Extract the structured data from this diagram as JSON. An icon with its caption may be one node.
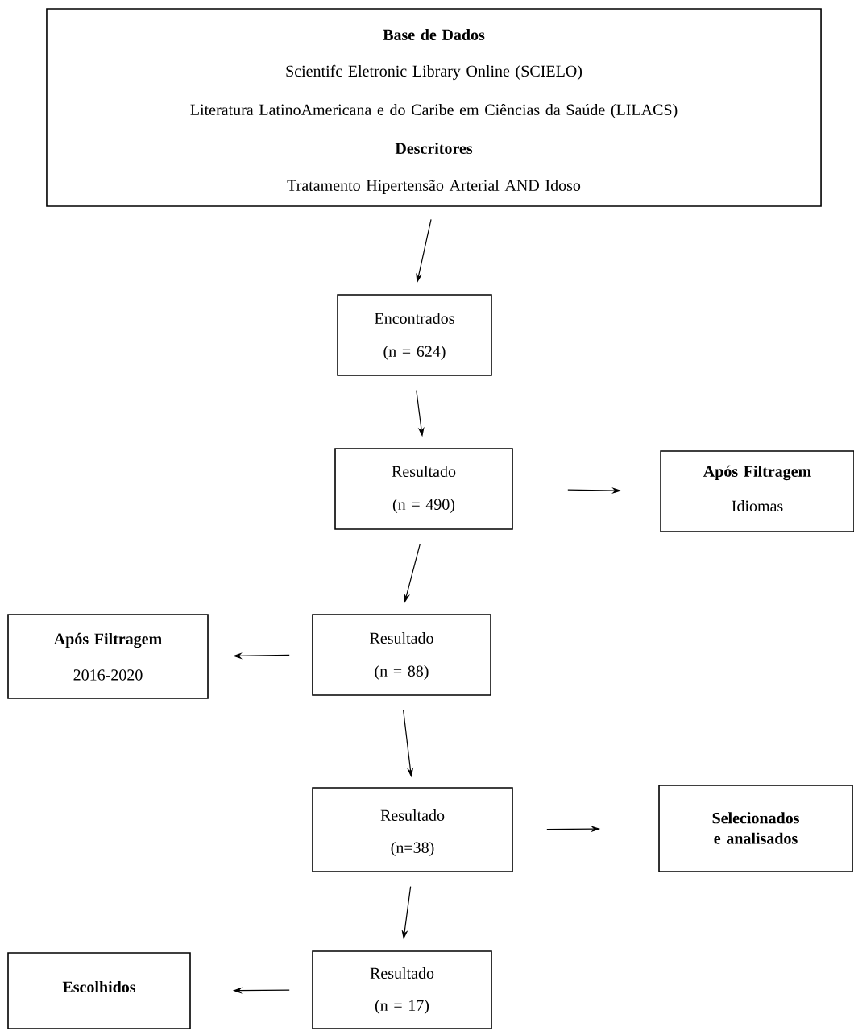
{
  "diagram": {
    "nodes": [
      {
        "text": [
          "Base de Dados",
          "Scientifc Eletronic Library Online (SCIELO)",
          "Literatura LatinoAmericana e do Caribe em Ciências da Saúde (LILACS)",
          "Descritores",
          "Tratamento Hipertensão Arterial AND Idoso"
        ]
      },
      {
        "text": [
          "Encontrados",
          "(n = 624)"
        ]
      },
      {
        "text": [
          "Resultado",
          "(n = 490)"
        ]
      },
      {
        "text": [
          "Após Filtragem",
          "Idiomas"
        ]
      },
      {
        "text": [
          "Resultado",
          "(n = 88)"
        ]
      },
      {
        "text": [
          "Após Filtragem",
          "2016-2020"
        ]
      },
      {
        "text": [
          "Resultado",
          "(n=38)"
        ]
      },
      {
        "text": [
          "Selecionados e analisados"
        ]
      },
      {
        "text": [
          "Resultado",
          "(n = 17)"
        ]
      },
      {
        "text": [
          "Escolhidos"
        ]
      }
    ],
    "edges": [
      {
        "from": 0,
        "to": 1,
        "arrow": "to"
      },
      {
        "from": 1,
        "to": 2,
        "arrow": "to"
      },
      {
        "from": 2,
        "to": 3,
        "arrow": "to"
      },
      {
        "from": 2,
        "to": 4,
        "arrow": "to"
      },
      {
        "from": 4,
        "to": 5,
        "arrow": "to"
      },
      {
        "from": 4,
        "to": 6,
        "arrow": "to"
      },
      {
        "from": 6,
        "to": 7,
        "arrow": "to"
      },
      {
        "from": 6,
        "to": 8,
        "arrow": "to"
      },
      {
        "from": 8,
        "to": 9,
        "arrow": "to"
      }
    ]
  }
}
